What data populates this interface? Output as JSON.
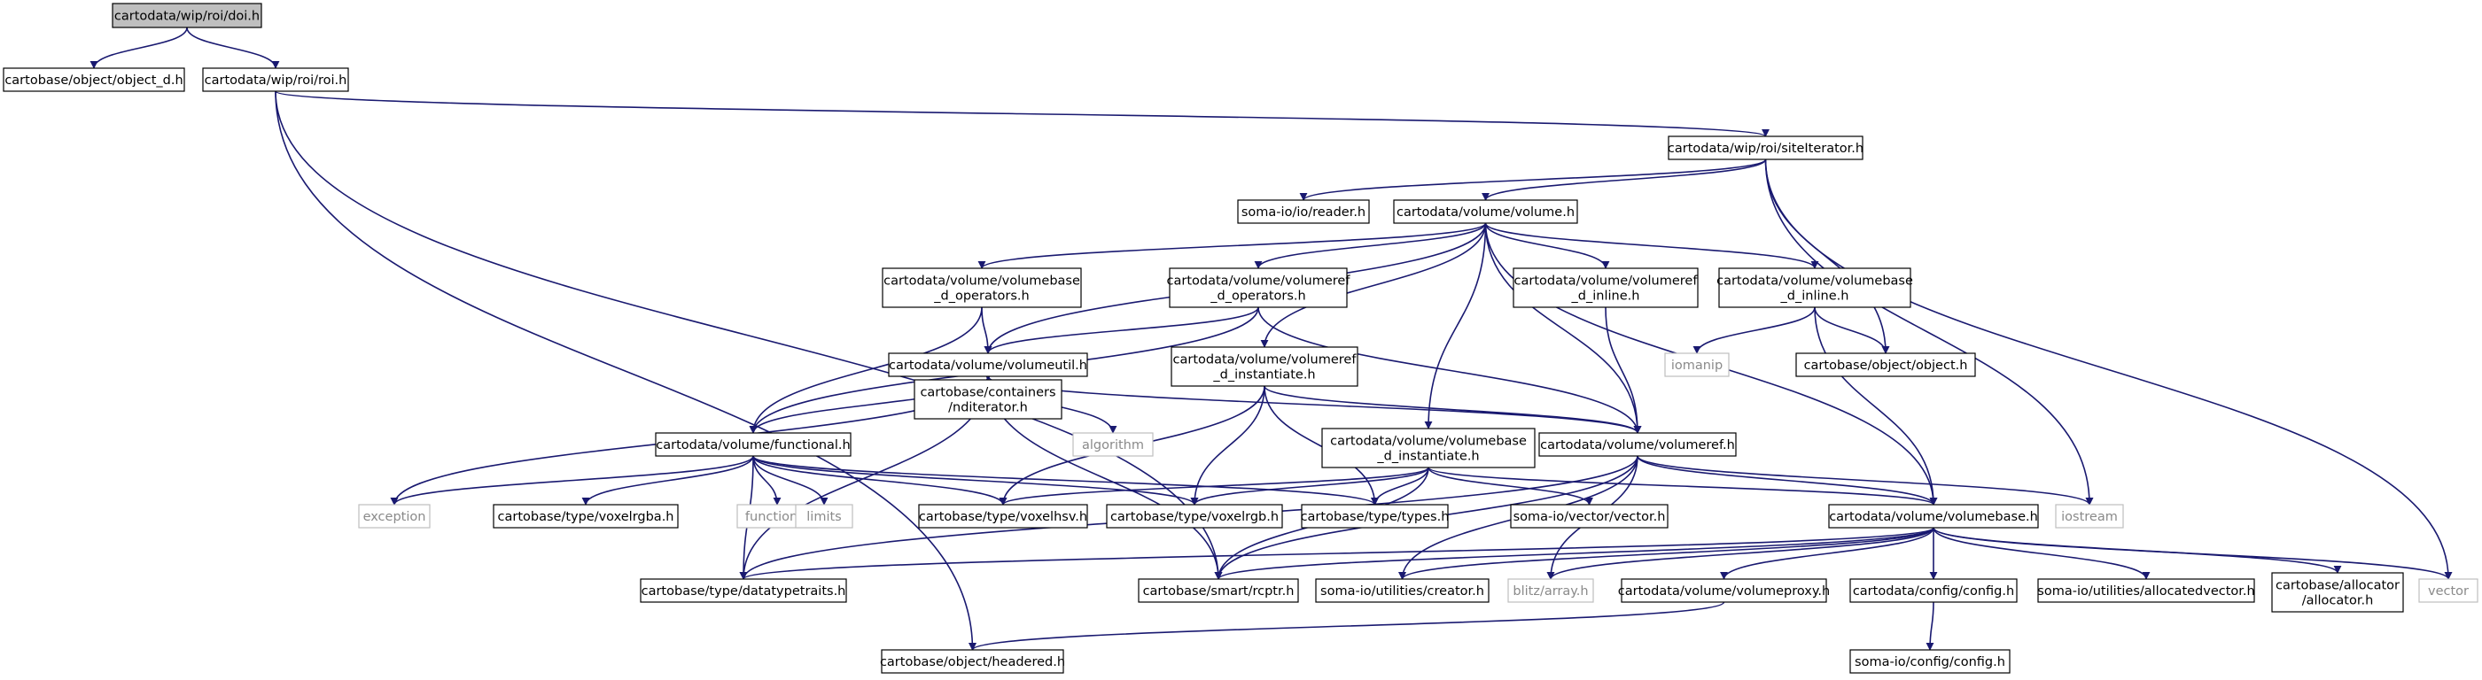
{
  "diagram": {
    "edge_color": "#191970",
    "root_fill": "#bfbfbf",
    "nodes": {
      "doi": {
        "lines": [
          "cartodata/wip/roi/doi.h"
        ],
        "kind": "root"
      },
      "object_d": {
        "lines": [
          "cartobase/object/object_d.h"
        ],
        "kind": "file"
      },
      "roi": {
        "lines": [
          "cartodata/wip/roi/roi.h"
        ],
        "kind": "file"
      },
      "siteIterator": {
        "lines": [
          "cartodata/wip/roi/siteIterator.h"
        ],
        "kind": "file"
      },
      "reader": {
        "lines": [
          "soma-io/io/reader.h"
        ],
        "kind": "file"
      },
      "volume": {
        "lines": [
          "cartodata/volume/volume.h"
        ],
        "kind": "file"
      },
      "vb_operators": {
        "lines": [
          "cartodata/volume/volumebase",
          "_d_operators.h"
        ],
        "kind": "file"
      },
      "vr_operators": {
        "lines": [
          "cartodata/volume/volumeref",
          "_d_operators.h"
        ],
        "kind": "file"
      },
      "vr_inline": {
        "lines": [
          "cartodata/volume/volumeref",
          "_d_inline.h"
        ],
        "kind": "file"
      },
      "vb_inline": {
        "lines": [
          "cartodata/volume/volumebase",
          "_d_inline.h"
        ],
        "kind": "file"
      },
      "iomanip": {
        "lines": [
          "iomanip"
        ],
        "kind": "system"
      },
      "object": {
        "lines": [
          "cartobase/object/object.h"
        ],
        "kind": "file"
      },
      "volumeutil": {
        "lines": [
          "cartodata/volume/volumeutil.h"
        ],
        "kind": "file"
      },
      "vr_instantiate": {
        "lines": [
          "cartodata/volume/volumeref",
          "_d_instantiate.h"
        ],
        "kind": "file"
      },
      "nditerator": {
        "lines": [
          "cartobase/containers",
          "/nditerator.h"
        ],
        "kind": "file"
      },
      "algorithm": {
        "lines": [
          "algorithm"
        ],
        "kind": "system"
      },
      "functional_h": {
        "lines": [
          "cartodata/volume/functional.h"
        ],
        "kind": "file"
      },
      "vb_instantiate": {
        "lines": [
          "cartodata/volume/volumebase",
          "_d_instantiate.h"
        ],
        "kind": "file"
      },
      "volumeref": {
        "lines": [
          "cartodata/volume/volumeref.h"
        ],
        "kind": "file"
      },
      "exception": {
        "lines": [
          "exception"
        ],
        "kind": "system"
      },
      "voxelrgba": {
        "lines": [
          "cartobase/type/voxelrgba.h"
        ],
        "kind": "file"
      },
      "functional": {
        "lines": [
          "functional"
        ],
        "kind": "system"
      },
      "limits": {
        "lines": [
          "limits"
        ],
        "kind": "system"
      },
      "voxelhsv": {
        "lines": [
          "cartobase/type/voxelhsv.h"
        ],
        "kind": "file"
      },
      "voxelrgb": {
        "lines": [
          "cartobase/type/voxelrgb.h"
        ],
        "kind": "file"
      },
      "types": {
        "lines": [
          "cartobase/type/types.h"
        ],
        "kind": "file"
      },
      "vector_h": {
        "lines": [
          "soma-io/vector/vector.h"
        ],
        "kind": "file"
      },
      "volumebase": {
        "lines": [
          "cartodata/volume/volumebase.h"
        ],
        "kind": "file"
      },
      "iostream": {
        "lines": [
          "iostream"
        ],
        "kind": "system"
      },
      "datatypetraits": {
        "lines": [
          "cartobase/type/datatypetraits.h"
        ],
        "kind": "file"
      },
      "rcptr": {
        "lines": [
          "cartobase/smart/rcptr.h"
        ],
        "kind": "file"
      },
      "creator": {
        "lines": [
          "soma-io/utilities/creator.h"
        ],
        "kind": "file"
      },
      "blitz": {
        "lines": [
          "blitz/array.h"
        ],
        "kind": "system"
      },
      "volumeproxy": {
        "lines": [
          "cartodata/volume/volumeproxy.h"
        ],
        "kind": "file"
      },
      "config_cd": {
        "lines": [
          "cartodata/config/config.h"
        ],
        "kind": "file"
      },
      "allocatedvector": {
        "lines": [
          "soma-io/utilities/allocatedvector.h"
        ],
        "kind": "file"
      },
      "allocator": {
        "lines": [
          "cartobase/allocator",
          "/allocator.h"
        ],
        "kind": "file"
      },
      "vector": {
        "lines": [
          "vector"
        ],
        "kind": "system"
      },
      "headered": {
        "lines": [
          "cartobase/object/headered.h"
        ],
        "kind": "file"
      },
      "config_soma": {
        "lines": [
          "soma-io/config/config.h"
        ],
        "kind": "file"
      }
    },
    "edges": [
      [
        "doi",
        "object_d"
      ],
      [
        "doi",
        "roi"
      ],
      [
        "roi",
        "siteIterator"
      ],
      [
        "roi",
        "rcptr"
      ],
      [
        "roi",
        "headered"
      ],
      [
        "siteIterator",
        "reader"
      ],
      [
        "siteIterator",
        "volume"
      ],
      [
        "siteIterator",
        "object"
      ],
      [
        "siteIterator",
        "iostream"
      ],
      [
        "siteIterator",
        "vector"
      ],
      [
        "volume",
        "vb_operators"
      ],
      [
        "volume",
        "vr_operators"
      ],
      [
        "volume",
        "vr_inline"
      ],
      [
        "volume",
        "vb_inline"
      ],
      [
        "volume",
        "volumeutil"
      ],
      [
        "volume",
        "vr_instantiate"
      ],
      [
        "volume",
        "vb_instantiate"
      ],
      [
        "volume",
        "volumeref"
      ],
      [
        "volume",
        "volumebase"
      ],
      [
        "vb_operators",
        "volumeutil"
      ],
      [
        "vb_operators",
        "functional_h"
      ],
      [
        "vr_operators",
        "volumeutil"
      ],
      [
        "vr_operators",
        "functional_h"
      ],
      [
        "vr_operators",
        "volumeref"
      ],
      [
        "vr_inline",
        "volumeref"
      ],
      [
        "vb_inline",
        "iomanip"
      ],
      [
        "vb_inline",
        "object"
      ],
      [
        "vb_inline",
        "volumebase"
      ],
      [
        "volumeutil",
        "functional_h"
      ],
      [
        "volumeutil",
        "nditerator"
      ],
      [
        "volumeutil",
        "algorithm"
      ],
      [
        "volumeutil",
        "exception"
      ],
      [
        "volumeutil",
        "datatypetraits"
      ],
      [
        "volumeutil",
        "rcptr"
      ],
      [
        "volumeutil",
        "volumeref"
      ],
      [
        "vr_instantiate",
        "volumeref"
      ],
      [
        "vr_instantiate",
        "voxelhsv"
      ],
      [
        "vr_instantiate",
        "voxelrgb"
      ],
      [
        "vr_instantiate",
        "types"
      ],
      [
        "functional_h",
        "exception"
      ],
      [
        "functional_h",
        "voxelrgba"
      ],
      [
        "functional_h",
        "functional"
      ],
      [
        "functional_h",
        "limits"
      ],
      [
        "functional_h",
        "voxelhsv"
      ],
      [
        "functional_h",
        "voxelrgb"
      ],
      [
        "functional_h",
        "types"
      ],
      [
        "functional_h",
        "datatypetraits"
      ],
      [
        "vb_instantiate",
        "voxelhsv"
      ],
      [
        "vb_instantiate",
        "voxelrgb"
      ],
      [
        "vb_instantiate",
        "types"
      ],
      [
        "vb_instantiate",
        "vector_h"
      ],
      [
        "vb_instantiate",
        "volumebase"
      ],
      [
        "vb_instantiate",
        "rcptr"
      ],
      [
        "volumeref",
        "volumebase"
      ],
      [
        "volumeref",
        "iostream"
      ],
      [
        "volumeref",
        "rcptr"
      ],
      [
        "volumeref",
        "datatypetraits"
      ],
      [
        "volumeref",
        "creator"
      ],
      [
        "volumeref",
        "blitz"
      ],
      [
        "volumebase",
        "datatypetraits"
      ],
      [
        "volumebase",
        "rcptr"
      ],
      [
        "volumebase",
        "creator"
      ],
      [
        "volumebase",
        "blitz"
      ],
      [
        "volumebase",
        "volumeproxy"
      ],
      [
        "volumebase",
        "config_cd"
      ],
      [
        "volumebase",
        "allocatedvector"
      ],
      [
        "volumebase",
        "allocator"
      ],
      [
        "volumebase",
        "vector"
      ],
      [
        "volumeproxy",
        "headered"
      ],
      [
        "config_cd",
        "config_soma"
      ]
    ]
  }
}
